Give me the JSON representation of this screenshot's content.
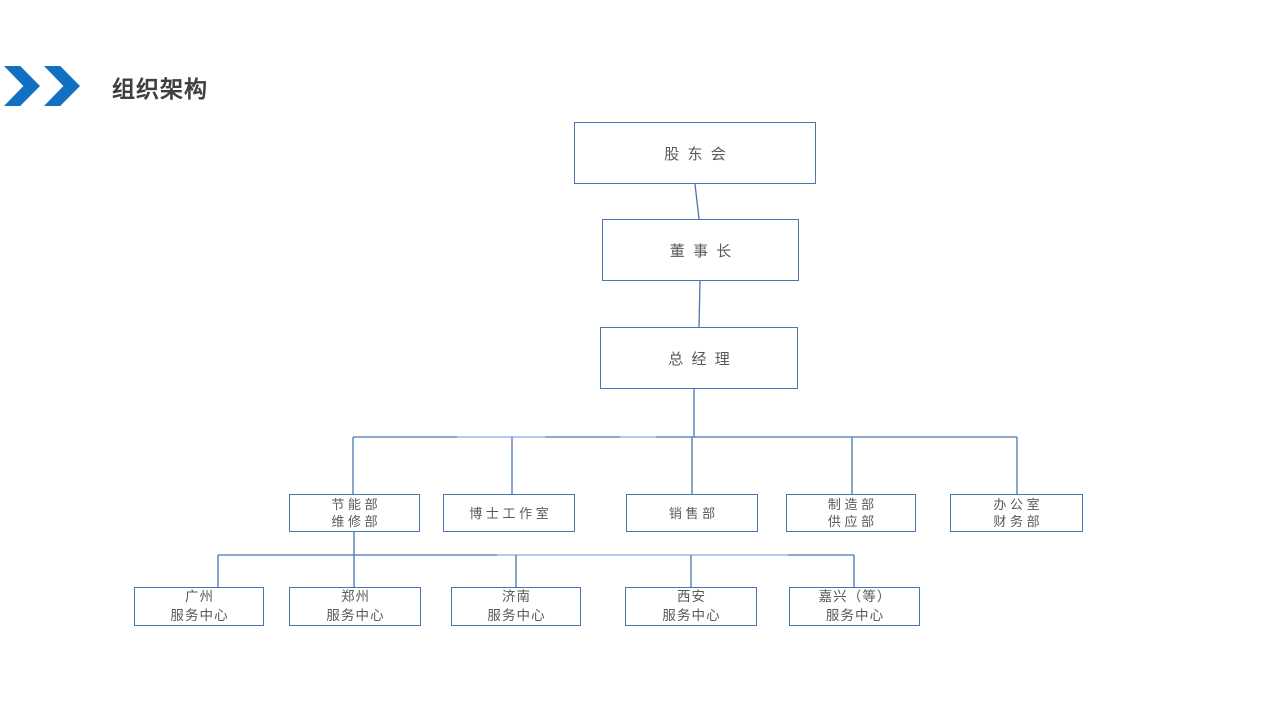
{
  "slide": {
    "title": "组织架构",
    "title_color": "#3f3f3f",
    "logo_chevron_color": "#1170c2",
    "connector_color": "#4977ad",
    "connector_light_color": "#9dc3e6",
    "box_border_color": "#4977ad",
    "box_text_color": "#595959",
    "background_color": "#ffffff"
  },
  "org_chart": {
    "root": {
      "label": "股东会"
    },
    "chairman": {
      "label": "董事长"
    },
    "general_manager": {
      "label": "总经理"
    },
    "departments": [
      {
        "line1": "节能部",
        "line2": "维修部"
      },
      {
        "line1": "博士工作室",
        "line2": ""
      },
      {
        "line1": "销售部",
        "line2": ""
      },
      {
        "line1": "制造部",
        "line2": "供应部"
      },
      {
        "line1": "办公室",
        "line2": "财务部"
      }
    ],
    "service_centers": [
      {
        "line1": "广州",
        "line2": "服务中心"
      },
      {
        "line1": "郑州",
        "line2": "服务中心"
      },
      {
        "line1": "济南",
        "line2": "服务中心"
      },
      {
        "line1": "西安",
        "line2": "服务中心"
      },
      {
        "line1": "嘉兴（等）",
        "line2": "服务中心"
      }
    ]
  }
}
